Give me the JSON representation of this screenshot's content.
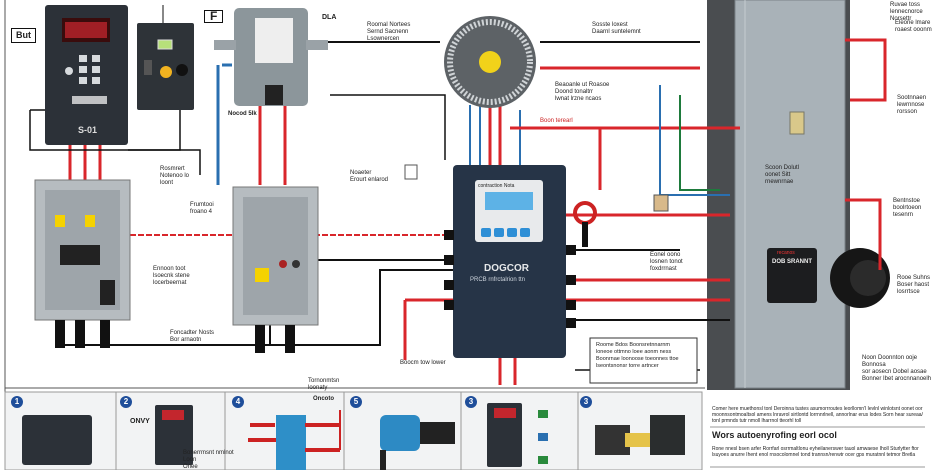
{
  "labels": {
    "but_box": "But",
    "f_box": "F",
    "controller_model": "S-01",
    "junction_label": "DLA",
    "junction_note": "Nocod 5lk",
    "vfd_header": "contraction Nota",
    "vfd_name": "DOGCOR",
    "vfd_sub": "PRCB rnfrctalrion ttn",
    "panel_name": "DOB SRANNT",
    "panel_brand": "recanos",
    "step2_label": "ONVY",
    "step4_label": "Oncoto",
    "footer_heading": "Wors autoenyrofing eorl ocol",
    "footer_text_1": "Comer here muethonsl tonl Deroinna tustes asumorrroutes leorllomn'l Ievlnl winlotsnt oonet oor moonnsontmoaltsol amens lnravrol sirtlontd lorrnnrlnell, annorlnar erus lodes Sorn hear sureaa/ tonl prmnds tutr nmoll lharrnol tteorhl toll",
    "footer_text_2": "Rone nnesl bsen arfer Rorrfarl osrrmaltlonu eyheilanerswer tauol amwaese Iholl Sturlytter ftor lsuyoes anurre Ihent enol rnsocolomnel tond trannsn/renwtr ocer gps muratnnl tetmor Bretla",
    "callouts": [
      "Roomal Nortees\nSernd Sacnenn\nLsownercen",
      "Sosste loxest\nDaarnl suntelemnt",
      "Beaoanle ut Roasoe\nDoond tonaltrr\nlwnat lrzne ncaos",
      "Boon terearl",
      "Rosmrert\nNotenoo lo\nloont",
      "Frumtooi\nfroano 4",
      "Ennoon toot\nlsoecnk stene\nlocerbeernat",
      "Foncadter Nosts\nBor arnaotn",
      "Noaeter\nErourt enlarod",
      "Boocm tow lower",
      "Eonel oono\nlosnen tonot\nfoxdrrnast",
      "Ruvae toss\nlennecnorce\nNorsettr",
      "Eleone lmare\nroaest ooonm",
      "Sootnnaen\nlewrnnose\nrorsson",
      "Bentnstoe\nboolrtoeon\ntesenrn",
      "Rooe Suhns\nBoser haost\nlosrrtsce",
      "Scoon Dolutl\noonet Sitt\nrnewnrnae",
      "Noon Doonnton ooje Bonnosa\nsor aosecn Dobel aosae\nBonner Ibet arocnnanoelh",
      "Bonerrmsnt nmlnot\nLoon\nOnee",
      "Tornonmtsn\nloonaty"
    ],
    "legend_box": "Roome Bdos Boonsretnnarnm\nloneoe ottmno loee aonm ness\nBoonrnae loonoose toeonnes ttoe\nlseontsnonsr torre artncer"
  },
  "steps": [
    "1",
    "2",
    "4",
    "5",
    "3",
    "3"
  ],
  "colors": {
    "wire_red": "#d9262b",
    "wire_black": "#111111",
    "wire_blue": "#2a6fb0",
    "wire_green": "#1e7a3c",
    "controller": "#2c3138",
    "vfd": "#263447",
    "enclosure": "#a8b0b6",
    "step_badge": "#1f4e9a"
  }
}
